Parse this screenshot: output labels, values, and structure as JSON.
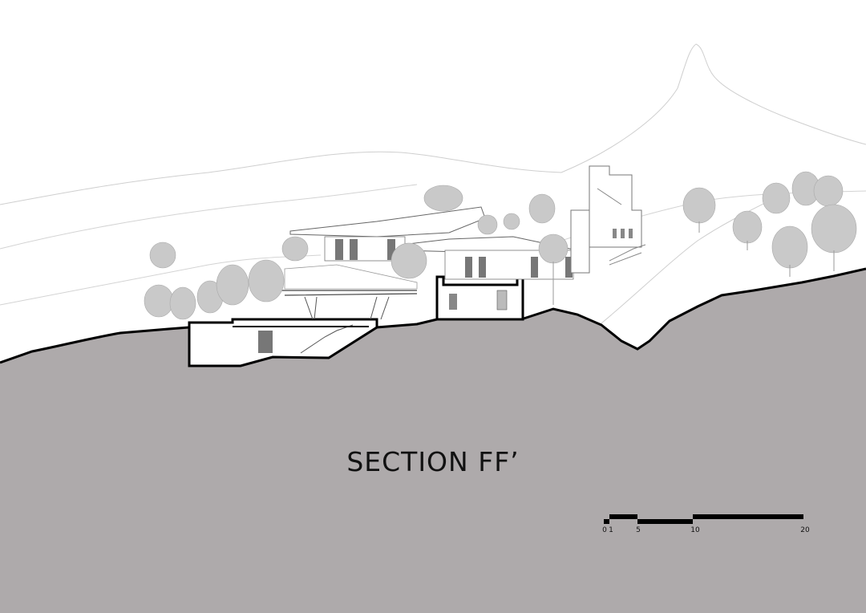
{
  "title": "SECTION FF’",
  "scale_bar": {
    "labels": [
      "0",
      "1",
      "5",
      "10",
      "20"
    ]
  },
  "colors": {
    "ground": "#aeaaab",
    "ground_outline": "#000000",
    "sky": "#ffffff",
    "trees": "#c9c9c9",
    "building_line": "#555555",
    "terrain_line": "#bdbdbd"
  }
}
